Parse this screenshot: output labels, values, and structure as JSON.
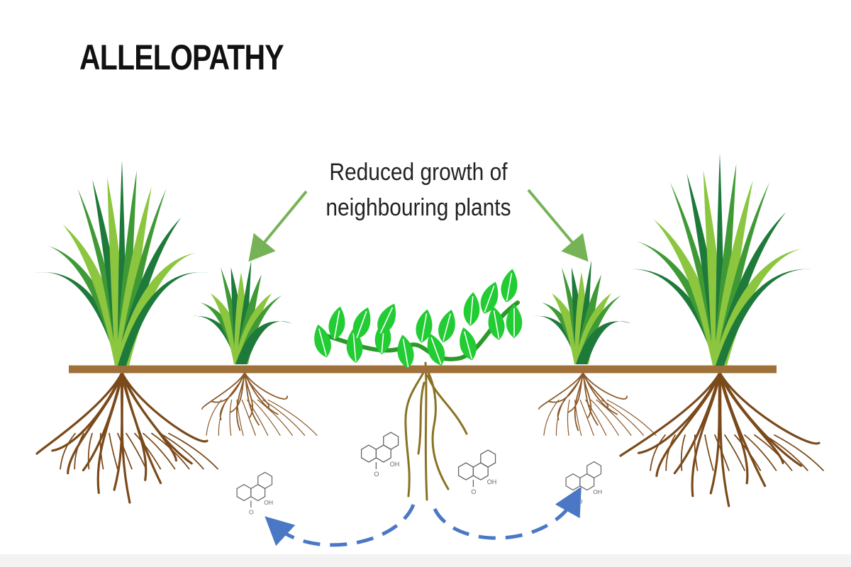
{
  "title": "ALLELOPATHY",
  "caption": {
    "line1": "Reduced growth of",
    "line2": "neighbouring plants"
  },
  "colors": {
    "grass_dark": "#1e7a3a",
    "grass_mid": "#3f9a35",
    "grass_light": "#8cc63f",
    "vine": "#22cc33",
    "vine_stem": "#2b9a2b",
    "soil": "#a0703a",
    "root": "#7a4a1a",
    "vine_root": "#8a7224",
    "arrow_green": "#76b356",
    "dispersal_arrow": "#4a78c4",
    "molecule": "#666666"
  },
  "icons": [
    "grass-clump",
    "vine-with-leaves",
    "chemical-molecule",
    "dashed-curved-arrow"
  ],
  "molecule_labels": {
    "hydroxyl": "OH",
    "ketone_oxygen": "O"
  }
}
